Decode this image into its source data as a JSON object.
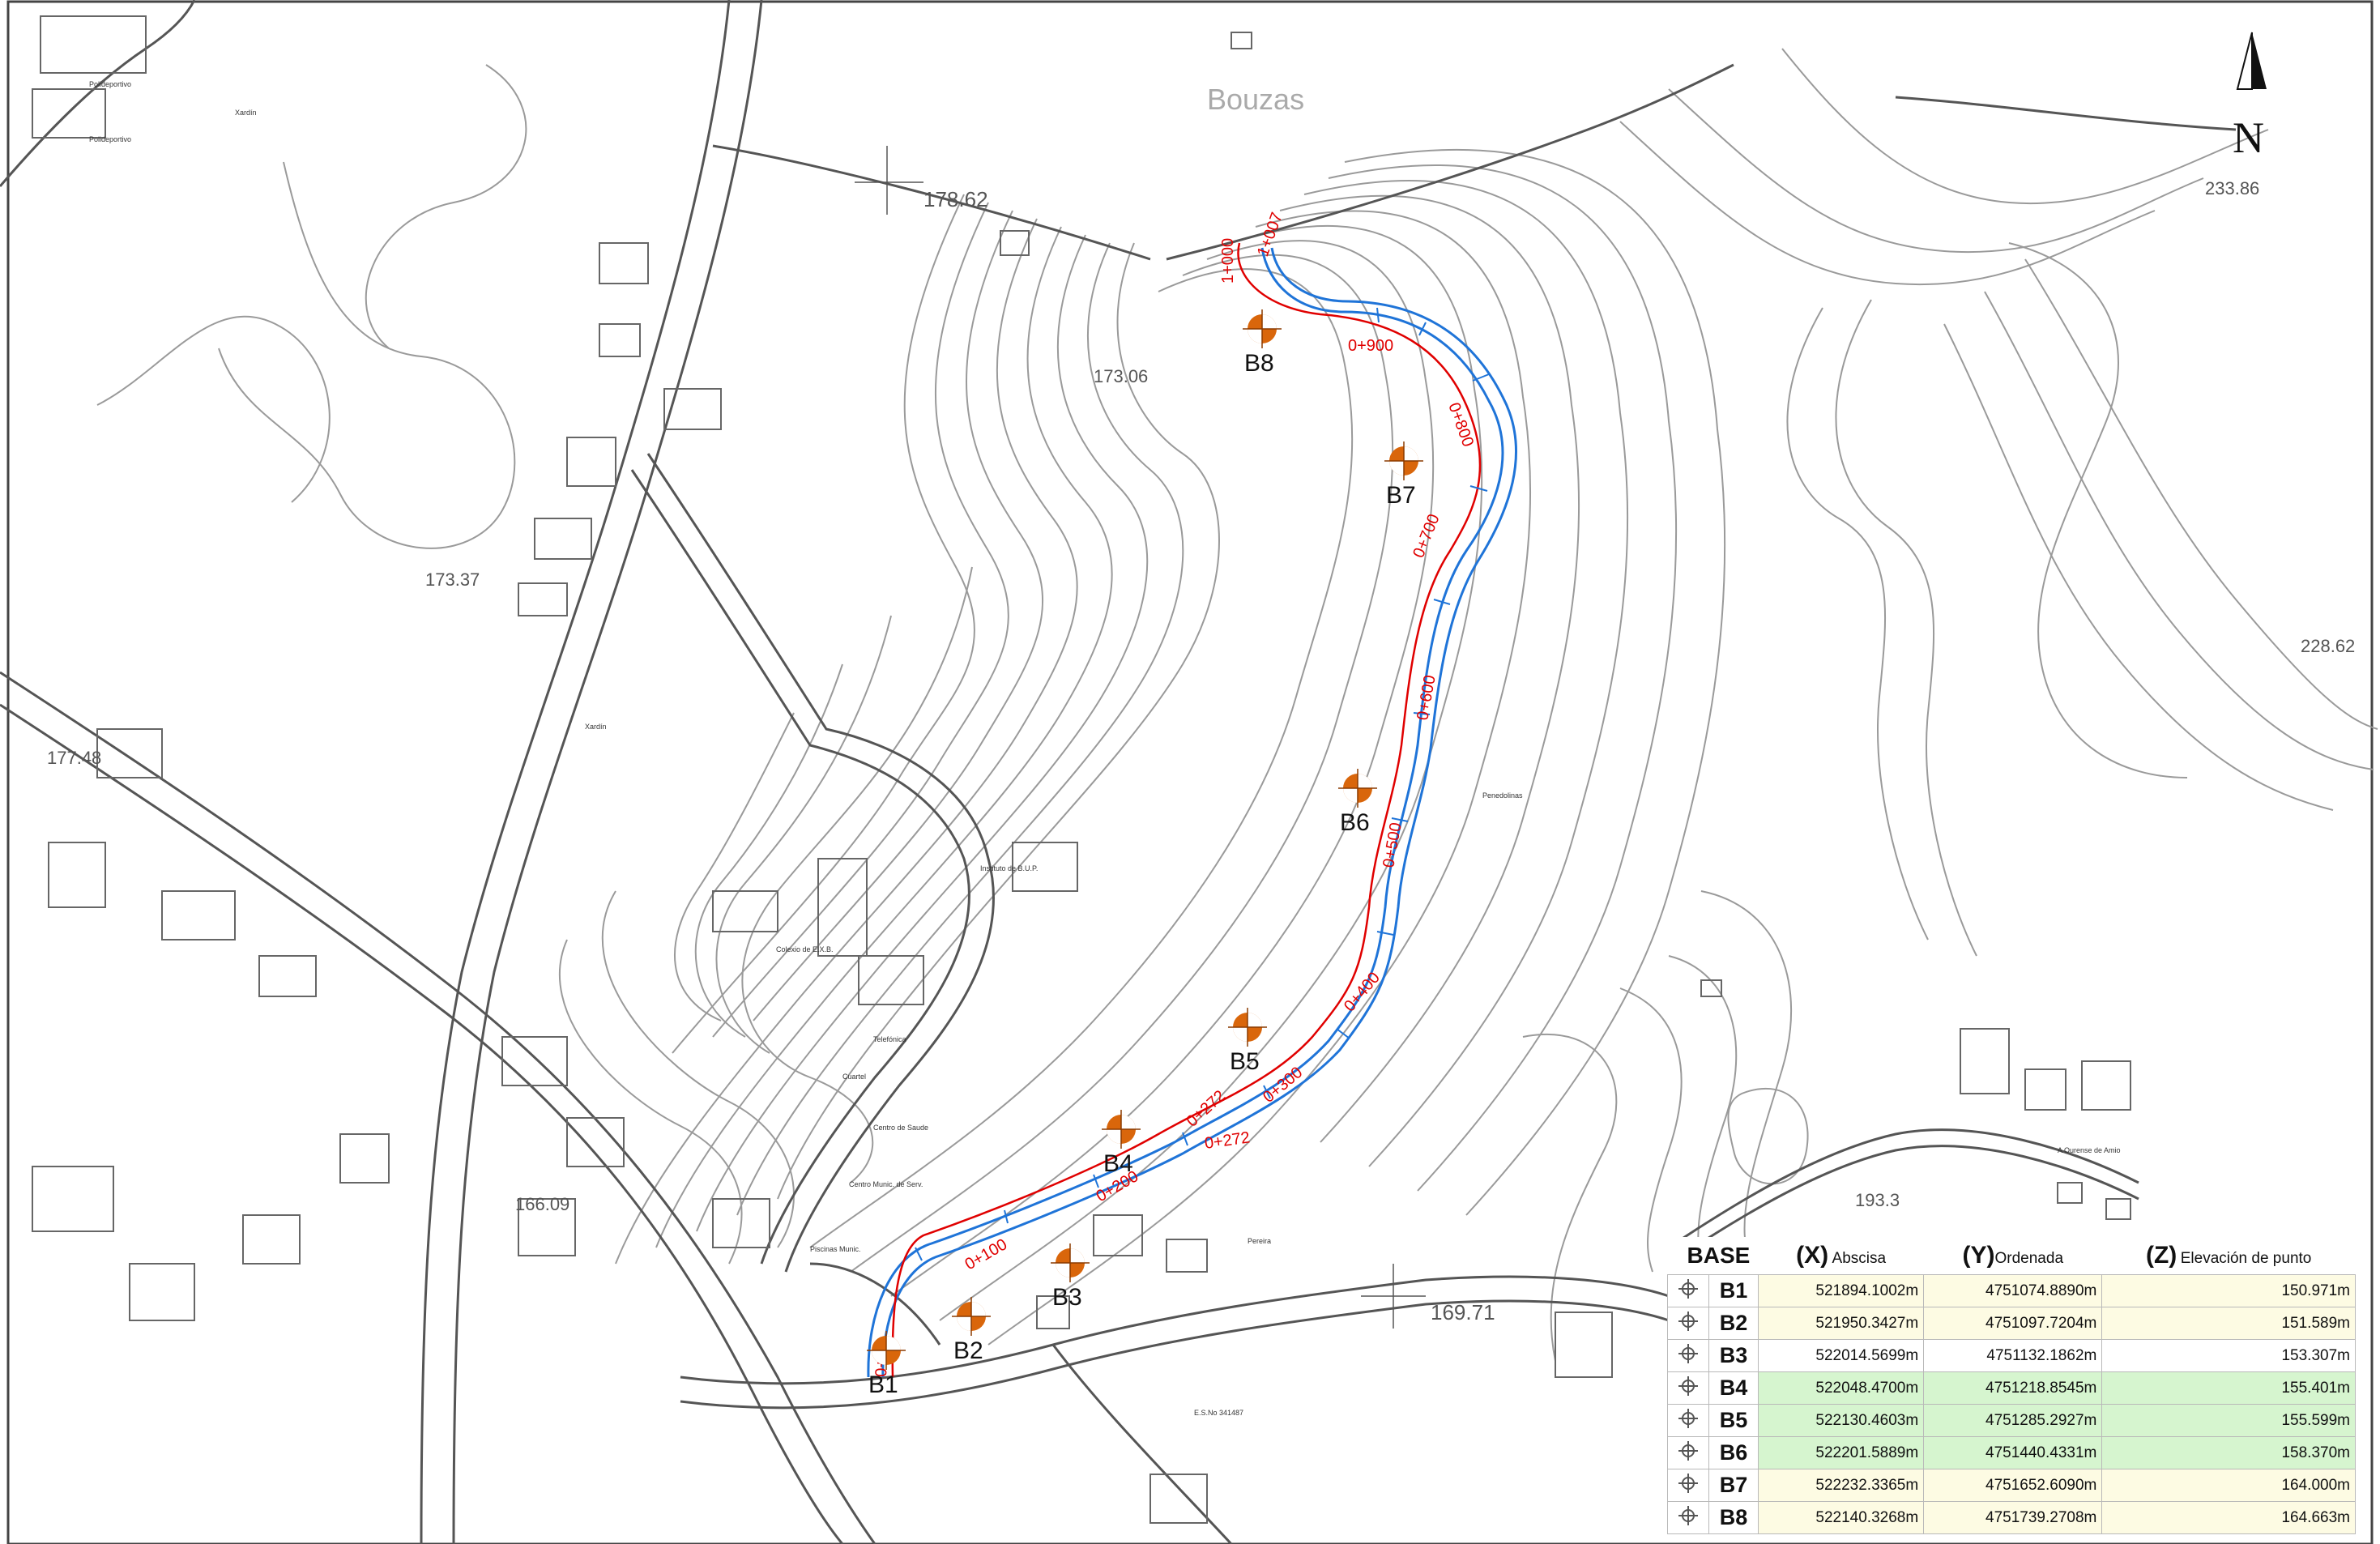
{
  "map": {
    "place_label": "Bouzas",
    "north_label": "N",
    "elevations": [
      "178.62",
      "233.86",
      "173.06",
      "173.37",
      "228.62",
      "177.48",
      "166.09",
      "193.3",
      "169.71"
    ],
    "small_labels": [
      "Polideportivo",
      "Polideportivo",
      "Xardín",
      "Instituto de B.U.P.",
      "Colexio de E.X.B.",
      "Telefónica",
      "Cuartel",
      "Centro de Saude",
      "Centro Munic. de Serv.",
      "Piscinas Munic.",
      "Pereira",
      "Penedolinas",
      "Xardín",
      "A Ourense de Amio",
      "E.S.No 341487"
    ],
    "chainage_labels": [
      "1+000",
      "1+007",
      "0+900",
      "0+800",
      "0+700",
      "0+600",
      "0+500",
      "0+400",
      "0+300",
      "0+272",
      "0+272",
      "0+200",
      "0+100",
      "0+0"
    ],
    "colors": {
      "route_red": "#e00000",
      "route_blue": "#1f74d8",
      "base_orange": "#d9660b",
      "contour": "#9a9a9a",
      "road": "#555555"
    }
  },
  "bases": [
    {
      "name": "B1",
      "x": "521894.1002m",
      "y": "4751074.8890m",
      "z": "150.971m",
      "row": "yel"
    },
    {
      "name": "B2",
      "x": "521950.3427m",
      "y": "4751097.7204m",
      "z": "151.589m",
      "row": "yel"
    },
    {
      "name": "B3",
      "x": "522014.5699m",
      "y": "4751132.1862m",
      "z": "153.307m",
      "row": "wht"
    },
    {
      "name": "B4",
      "x": "522048.4700m",
      "y": "4751218.8545m",
      "z": "155.401m",
      "row": "grn"
    },
    {
      "name": "B5",
      "x": "522130.4603m",
      "y": "4751285.2927m",
      "z": "155.599m",
      "row": "grn"
    },
    {
      "name": "B6",
      "x": "522201.5889m",
      "y": "4751440.4331m",
      "z": "158.370m",
      "row": "grn"
    },
    {
      "name": "B7",
      "x": "522232.3365m",
      "y": "4751652.6090m",
      "z": "164.000m",
      "row": "yel"
    },
    {
      "name": "B8",
      "x": "522140.3268m",
      "y": "4751739.2708m",
      "z": "164.663m",
      "row": "yel"
    }
  ],
  "table": {
    "base_header": "BASE",
    "x_letter": "(X)",
    "x_label": "Abscisa",
    "y_letter": "(Y)",
    "y_label": "Ordenada",
    "z_letter": "(Z)",
    "z_label": "Elevación de punto",
    "icon": "survey-target-icon"
  }
}
